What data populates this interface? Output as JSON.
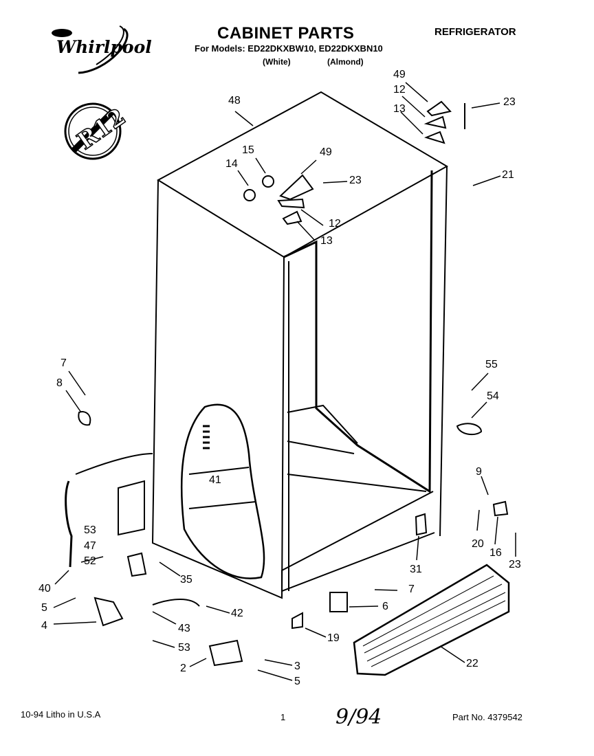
{
  "brand": {
    "logo_text": "Whirlpool"
  },
  "header": {
    "title": "CABINET PARTS",
    "category": "REFRIGERATOR",
    "models_line": "For Models: ED22DKXBW10, ED22DKXBN10",
    "variant_white": "(White)",
    "variant_almond": "(Almond)"
  },
  "badge": {
    "text": "R12"
  },
  "callouts": [
    {
      "n": "48"
    },
    {
      "n": "49"
    },
    {
      "n": "12"
    },
    {
      "n": "13"
    },
    {
      "n": "23"
    },
    {
      "n": "21"
    },
    {
      "n": "15"
    },
    {
      "n": "14"
    },
    {
      "n": "49"
    },
    {
      "n": "23"
    },
    {
      "n": "12"
    },
    {
      "n": "13"
    },
    {
      "n": "7"
    },
    {
      "n": "8"
    },
    {
      "n": "55"
    },
    {
      "n": "54"
    },
    {
      "n": "41"
    },
    {
      "n": "9"
    },
    {
      "n": "53"
    },
    {
      "n": "47"
    },
    {
      "n": "20"
    },
    {
      "n": "16"
    },
    {
      "n": "40"
    },
    {
      "n": "52"
    },
    {
      "n": "35"
    },
    {
      "n": "31"
    },
    {
      "n": "23"
    },
    {
      "n": "5"
    },
    {
      "n": "42"
    },
    {
      "n": "7"
    },
    {
      "n": "4"
    },
    {
      "n": "43"
    },
    {
      "n": "6"
    },
    {
      "n": "19"
    },
    {
      "n": "53"
    },
    {
      "n": "22"
    },
    {
      "n": "2"
    },
    {
      "n": "3"
    },
    {
      "n": "5"
    }
  ],
  "footer": {
    "litho": "10-94  Litho in U.S.A",
    "page_number": "1",
    "handwritten_date": "9/94",
    "part_number": "Part No. 4379542"
  }
}
